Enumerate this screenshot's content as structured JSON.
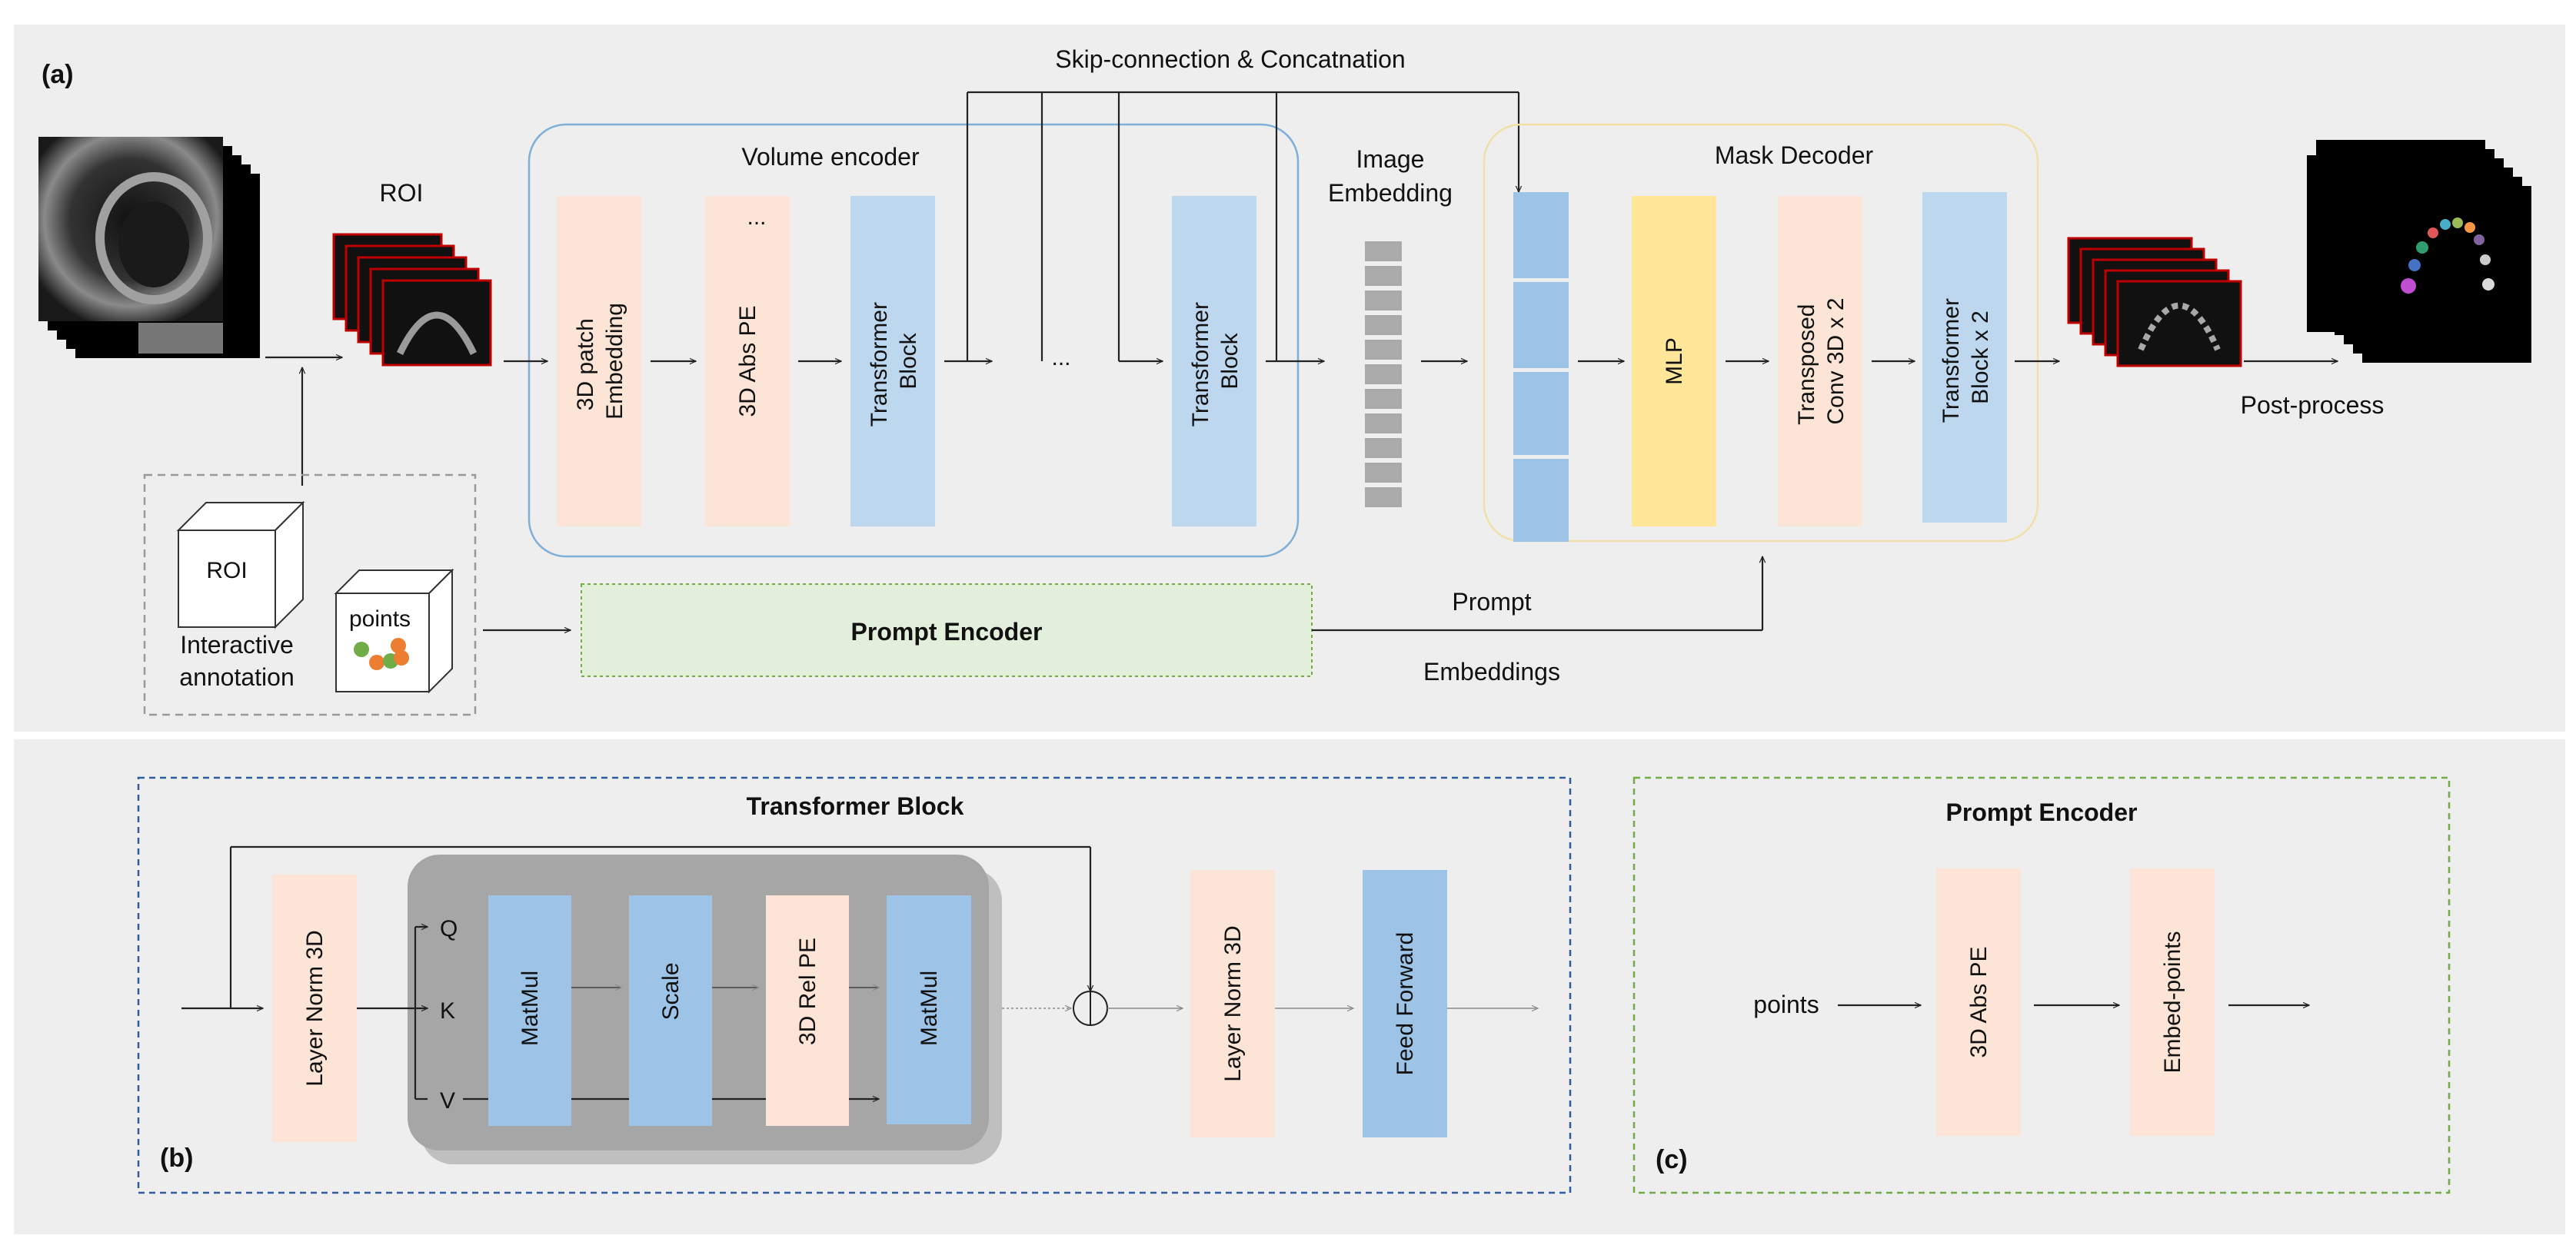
{
  "panel_a": {
    "label": "(a)",
    "roi": "ROI",
    "skip_connection": "Skip-connection & Concatnation",
    "volume_encoder": "Volume encoder",
    "image_embedding_1": "Image",
    "image_embedding_2": "Embedding",
    "mask_decoder": "Mask Decoder",
    "patch_embedding_1": "3D patch",
    "patch_embedding_2": "Embedding",
    "abs_pe": "3D Abs PE",
    "ellipsis": "...",
    "transformer_block_1": "Transformer",
    "transformer_block_2": "Block",
    "mlp": "MLP",
    "transposed_conv_1": "Transposed",
    "transposed_conv_2": "Conv 3D x 2",
    "decoder_transformer_1": "Transformer",
    "decoder_transformer_2": "Block x 2",
    "post_process": "Post-process",
    "cube_roi": "ROI",
    "cube_points": "points",
    "interactive_1": "Interactive",
    "interactive_2": "annotation",
    "prompt_encoder": "Prompt Encoder",
    "prompt_1": "Prompt",
    "prompt_2": "Embeddings"
  },
  "panel_b": {
    "label": "(b)",
    "title": "Transformer Block",
    "layer_norm": "Layer Norm 3D",
    "q": "Q",
    "k": "K",
    "v": "V",
    "matmul": "MatMul",
    "scale": "Scale",
    "rel_pe": "3D Rel PE",
    "layer_norm_2": "Layer Norm 3D",
    "feed_forward": "Feed Forward"
  },
  "panel_c": {
    "label": "(c)",
    "title": "Prompt Encoder",
    "points": "points",
    "abs_pe": "3D Abs PE",
    "embed_points": "Embed-points"
  },
  "colors": {
    "peach": "#fce4d6",
    "light_blue": "#bdd7ee",
    "mid_blue": "#9dc3e6",
    "yellow": "#ffe699",
    "light_green": "#e2efda",
    "panel_bg": "#eeeeee",
    "attention_bg": "#a6a6a6",
    "skull_red": "#c00000"
  }
}
